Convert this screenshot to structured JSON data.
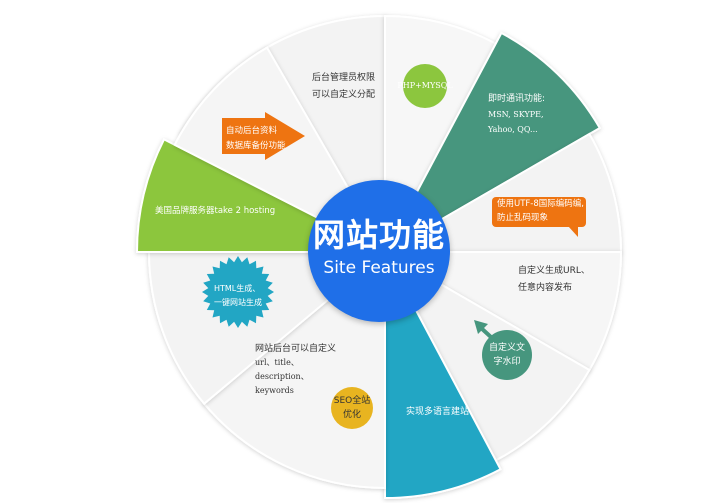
{
  "center": {
    "title": "网站功能",
    "subtitle": "Site Features",
    "color": "#1f6fe8"
  },
  "segments": {
    "admin": [
      "后台管理员权限",
      "可以自定义分配"
    ],
    "php": "PHP+MYSQL",
    "im": [
      "即时通讯功能:",
      "MSN, SKYPE,",
      "Yahoo, QQ..."
    ],
    "utf8": [
      "使用UTF-8国际编码编,",
      "防止乱码现象"
    ],
    "url": [
      "自定义生成URL、",
      "任意内容发布"
    ],
    "watermark": [
      "自定义文",
      "字水印"
    ],
    "multilang": "实现多语言建站",
    "seo": [
      "SEO全站",
      "优化"
    ],
    "custom": [
      "网站后台可以自定义",
      "url、title、",
      "description、",
      "keywords"
    ],
    "html": [
      "HTML生成、",
      "一键网站生成"
    ],
    "hosting": "美国品牌服务器take 2 hosting",
    "backup": [
      "自动后台资料",
      "数据库备份功能"
    ]
  },
  "colors": {
    "teal": "#46967e",
    "cyan": "#22a6c4",
    "green": "#8cc63e",
    "orange": "#ee7411",
    "yellow": "#e8b420",
    "gray": "#f3f3f3"
  }
}
